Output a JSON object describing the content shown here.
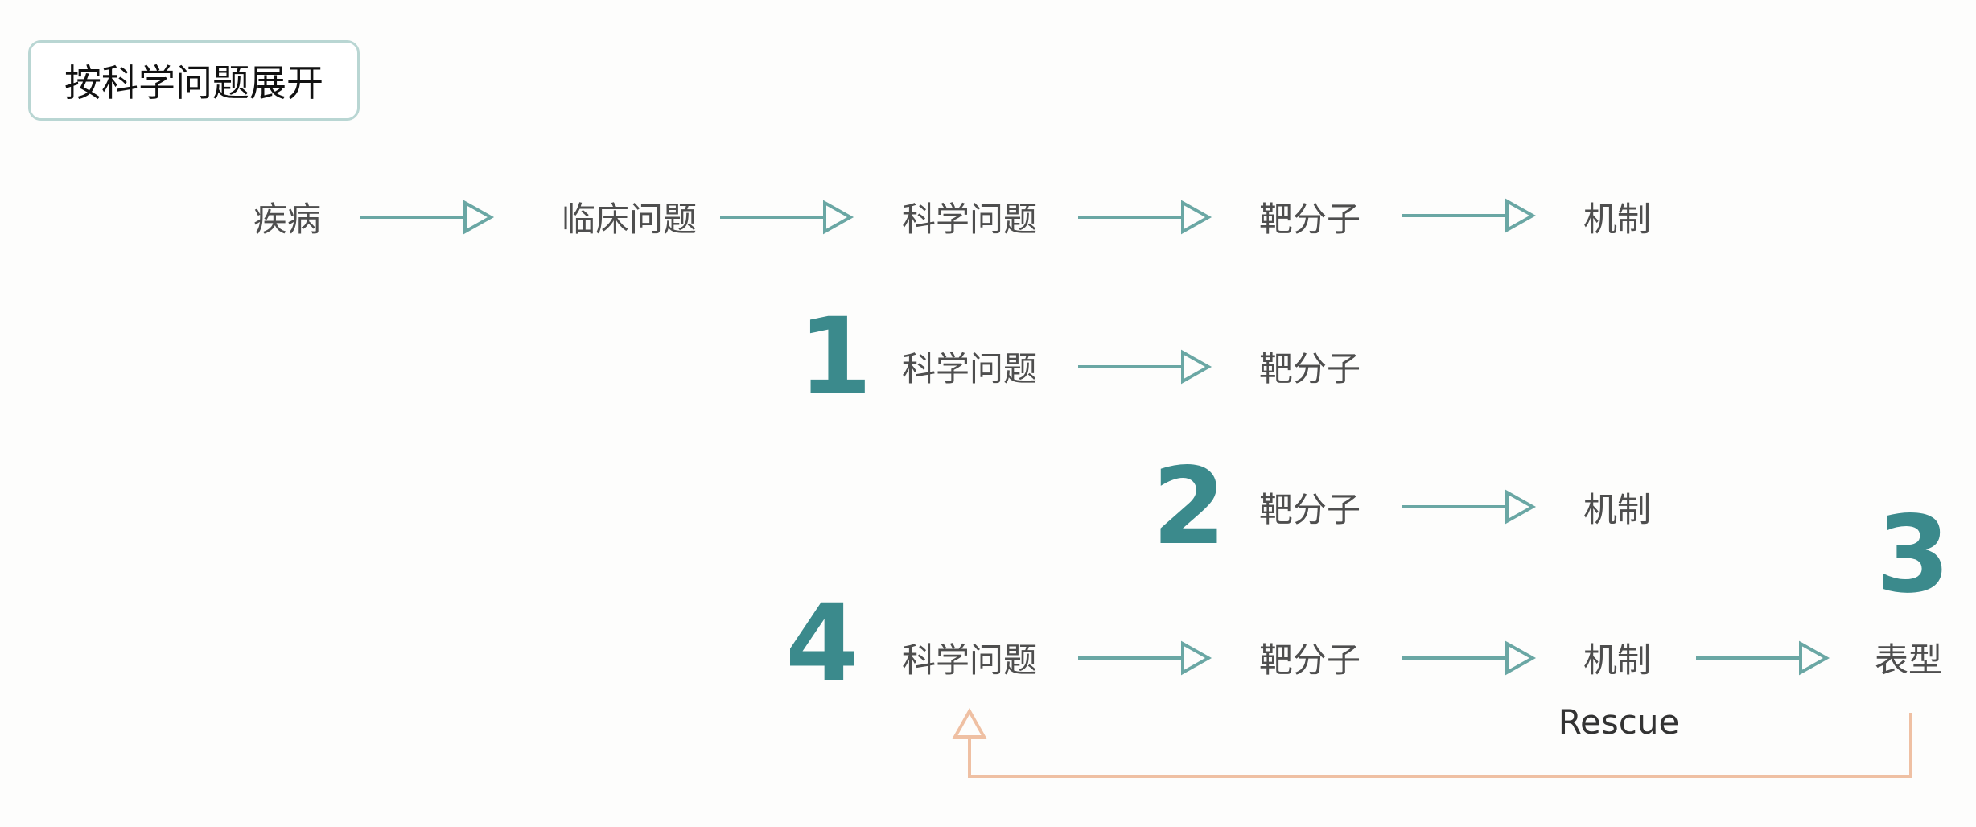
{
  "title": "按科学问题展开",
  "colors": {
    "arrow": "#6aa7a4",
    "feedback": "#efc0a3",
    "number": "#3b8a8c"
  },
  "row1": [
    "疾病",
    "临床问题",
    "科学问题",
    "靶分子",
    "机制"
  ],
  "row2": {
    "number": "1",
    "nodes": [
      "科学问题",
      "靶分子"
    ]
  },
  "row3": {
    "number": "2",
    "nodes": [
      "靶分子",
      "机制"
    ]
  },
  "row4": {
    "number": "4",
    "nodes": [
      "科学问题",
      "靶分子",
      "机制",
      "表型"
    ]
  },
  "phenotype_number": "3",
  "rescue_label": "Rescue"
}
